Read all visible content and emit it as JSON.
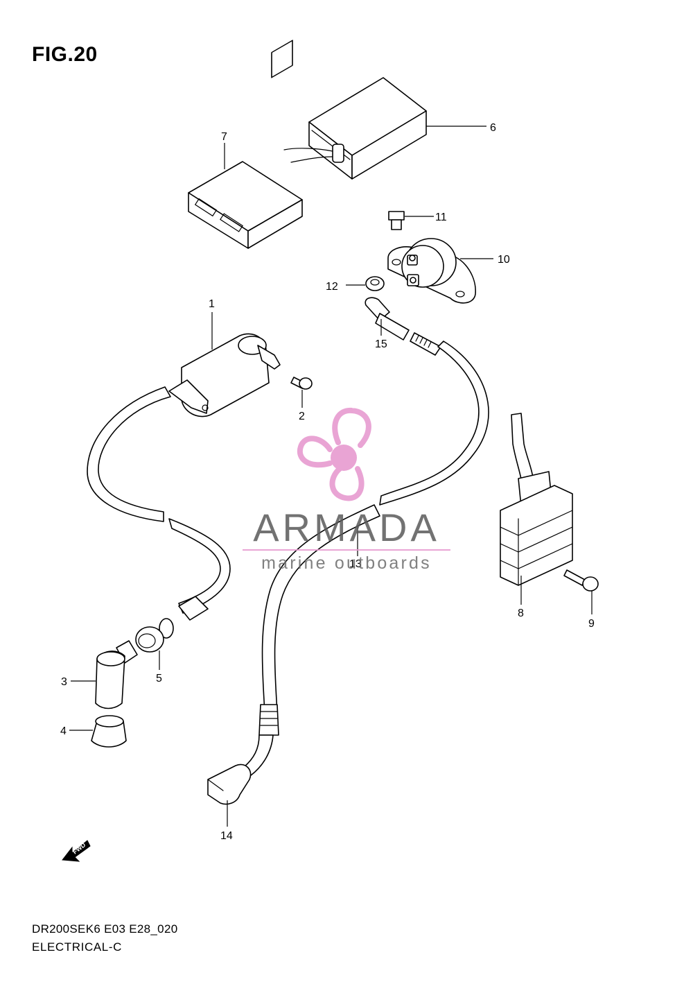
{
  "figure": {
    "title": "FIG.20"
  },
  "footer": {
    "model_code": "DR200SEK6 E03 E28_020",
    "section": "ELECTRICAL-C"
  },
  "fwd_marker": {
    "label": "FWD"
  },
  "watermark": {
    "brand": "ARMADA",
    "tagline": "marine outboards",
    "accent_color": "#e79bd0"
  },
  "parts": [
    {
      "ref": "1",
      "component": "ignition-coil"
    },
    {
      "ref": "2",
      "component": "coil-bolt"
    },
    {
      "ref": "3",
      "component": "spark-plug-cap"
    },
    {
      "ref": "4",
      "component": "plug-cap-cover"
    },
    {
      "ref": "5",
      "component": "cord-grommet"
    },
    {
      "ref": "6",
      "component": "control-unit"
    },
    {
      "ref": "7",
      "component": "control-module"
    },
    {
      "ref": "8",
      "component": "regulator-rectifier"
    },
    {
      "ref": "9",
      "component": "regulator-bolt"
    },
    {
      "ref": "10",
      "component": "starter-relay"
    },
    {
      "ref": "11",
      "component": "relay-bolt"
    },
    {
      "ref": "12",
      "component": "relay-nut"
    },
    {
      "ref": "13",
      "component": "starter-motor-lead"
    },
    {
      "ref": "14",
      "component": "lead-terminal-cap"
    },
    {
      "ref": "15",
      "component": "lead-terminal-cap-upper"
    }
  ]
}
